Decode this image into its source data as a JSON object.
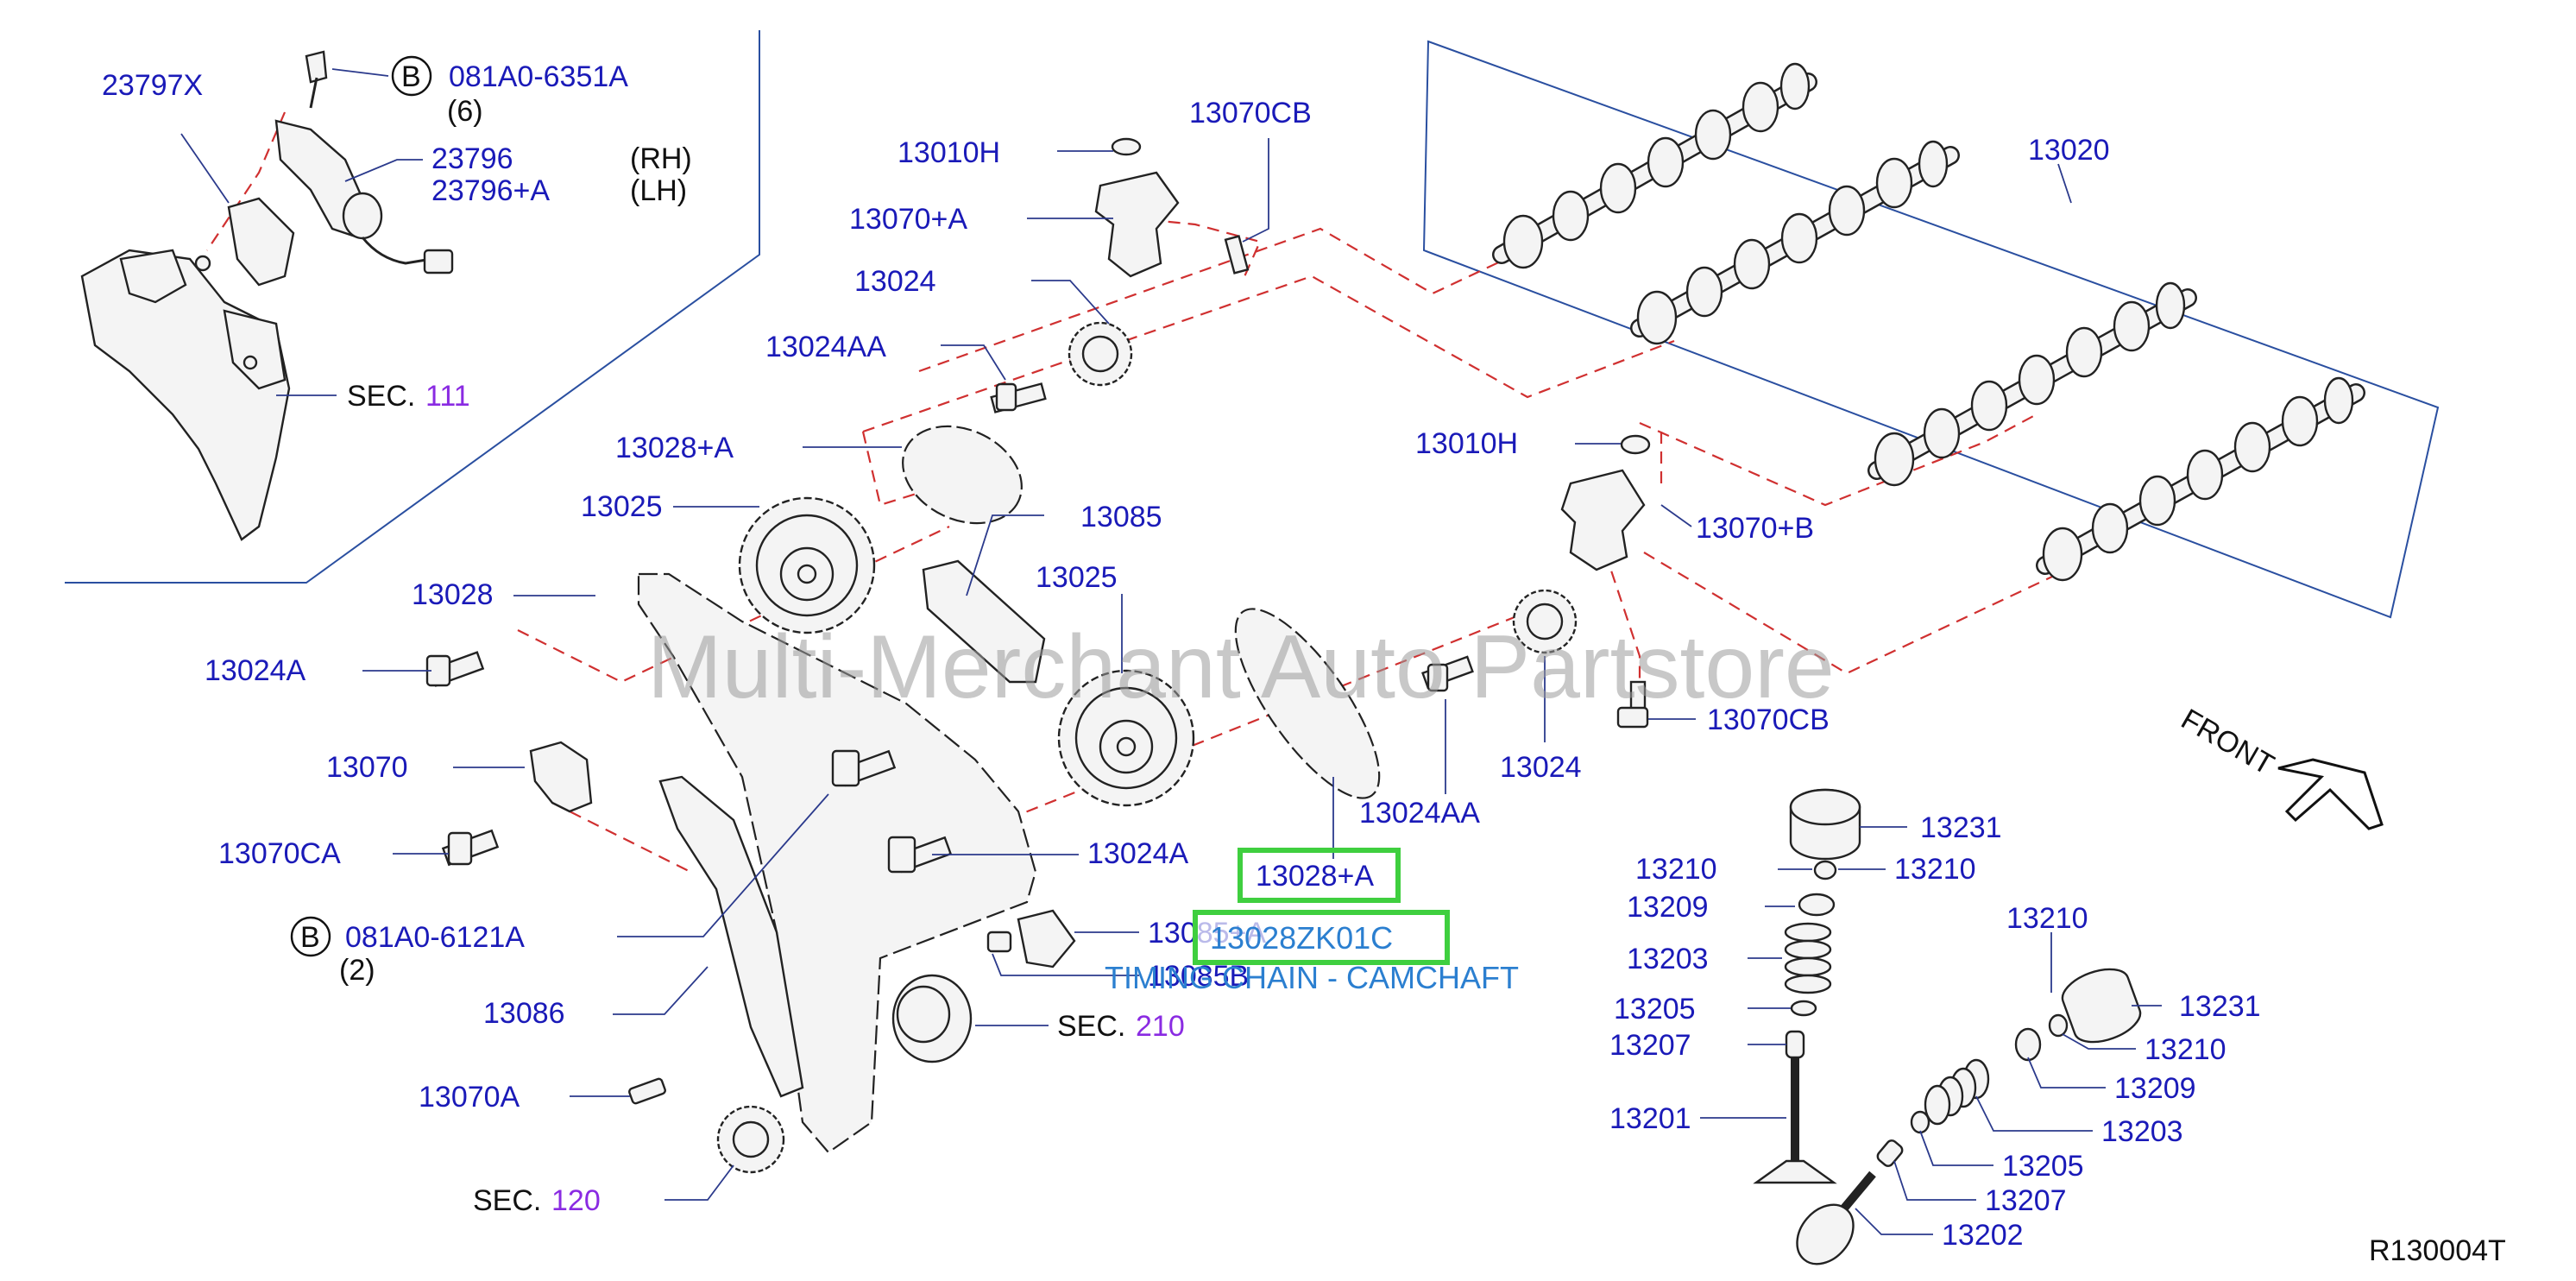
{
  "callouts": {
    "c23797X": "23797X",
    "c081A0_6351A": "081A0-6351A",
    "c081A0_6351A_qty": "(6)",
    "c23796": "23796",
    "c23796A": "23796+A",
    "rh": "(RH)",
    "lh": "(LH)",
    "sec111_prefix": "SEC.",
    "sec111_num": "111",
    "c13010H_top": "13010H",
    "c13070CB_top": "13070CB",
    "c13070A_plus": "13070+A",
    "c13024_top": "13024",
    "c13024AA_top": "13024AA",
    "c13028A_top": "13028+A",
    "c13025_left": "13025",
    "c13085": "13085",
    "c13025_mid": "13025",
    "c13028": "13028",
    "c13024A_left": "13024A",
    "c13070": "13070",
    "c13070CA": "13070CA",
    "c081A0_6121A": "081A0-6121A",
    "c081A0_6121A_qty": "(2)",
    "c13086": "13086",
    "c13070A": "13070A",
    "sec120_prefix": "SEC.",
    "sec120_num": "120",
    "c13024A_mid": "13024A",
    "c13085A": "13085+A",
    "c13085B": "13085B",
    "sec210_prefix": "SEC.",
    "sec210_num": "210",
    "c13024AA_mid": "13024AA",
    "c13028A_mid": "13028+A",
    "c13020": "13020",
    "c13010H_right": "13010H",
    "c13070B_plus": "13070+B",
    "c13024_right": "13024",
    "c13070CB_right": "13070CB",
    "front": "FRONT",
    "c13231_a": "13231",
    "c13210_a": "13210",
    "c13210_b": "13210",
    "c13209_a": "13209",
    "c13203_a": "13203",
    "c13205_a": "13205",
    "c13207_a": "13207",
    "c13201": "13201",
    "c13210_c": "13210",
    "c13231_b": "13231",
    "c13210_d": "13210",
    "c13209_b": "13209",
    "c13203_b": "13203",
    "c13205_b": "13205",
    "c13207_b": "13207",
    "c13202": "13202",
    "circle_b1": "B",
    "circle_b2": "B",
    "diagram_code": "R130004T"
  },
  "highlight": {
    "part_number": "13028ZK01C",
    "description": "TIMING CHAIN - CAMCHAFT",
    "color": "#3fcf3f"
  },
  "watermark": "Multi-Merchant Auto Partstore",
  "colors": {
    "callout": "#1a1ab8",
    "section_number": "#8a2be2",
    "centerline": "#d03030",
    "leader": "#2b3a8c",
    "highlight_box": "#3fcf3f"
  }
}
